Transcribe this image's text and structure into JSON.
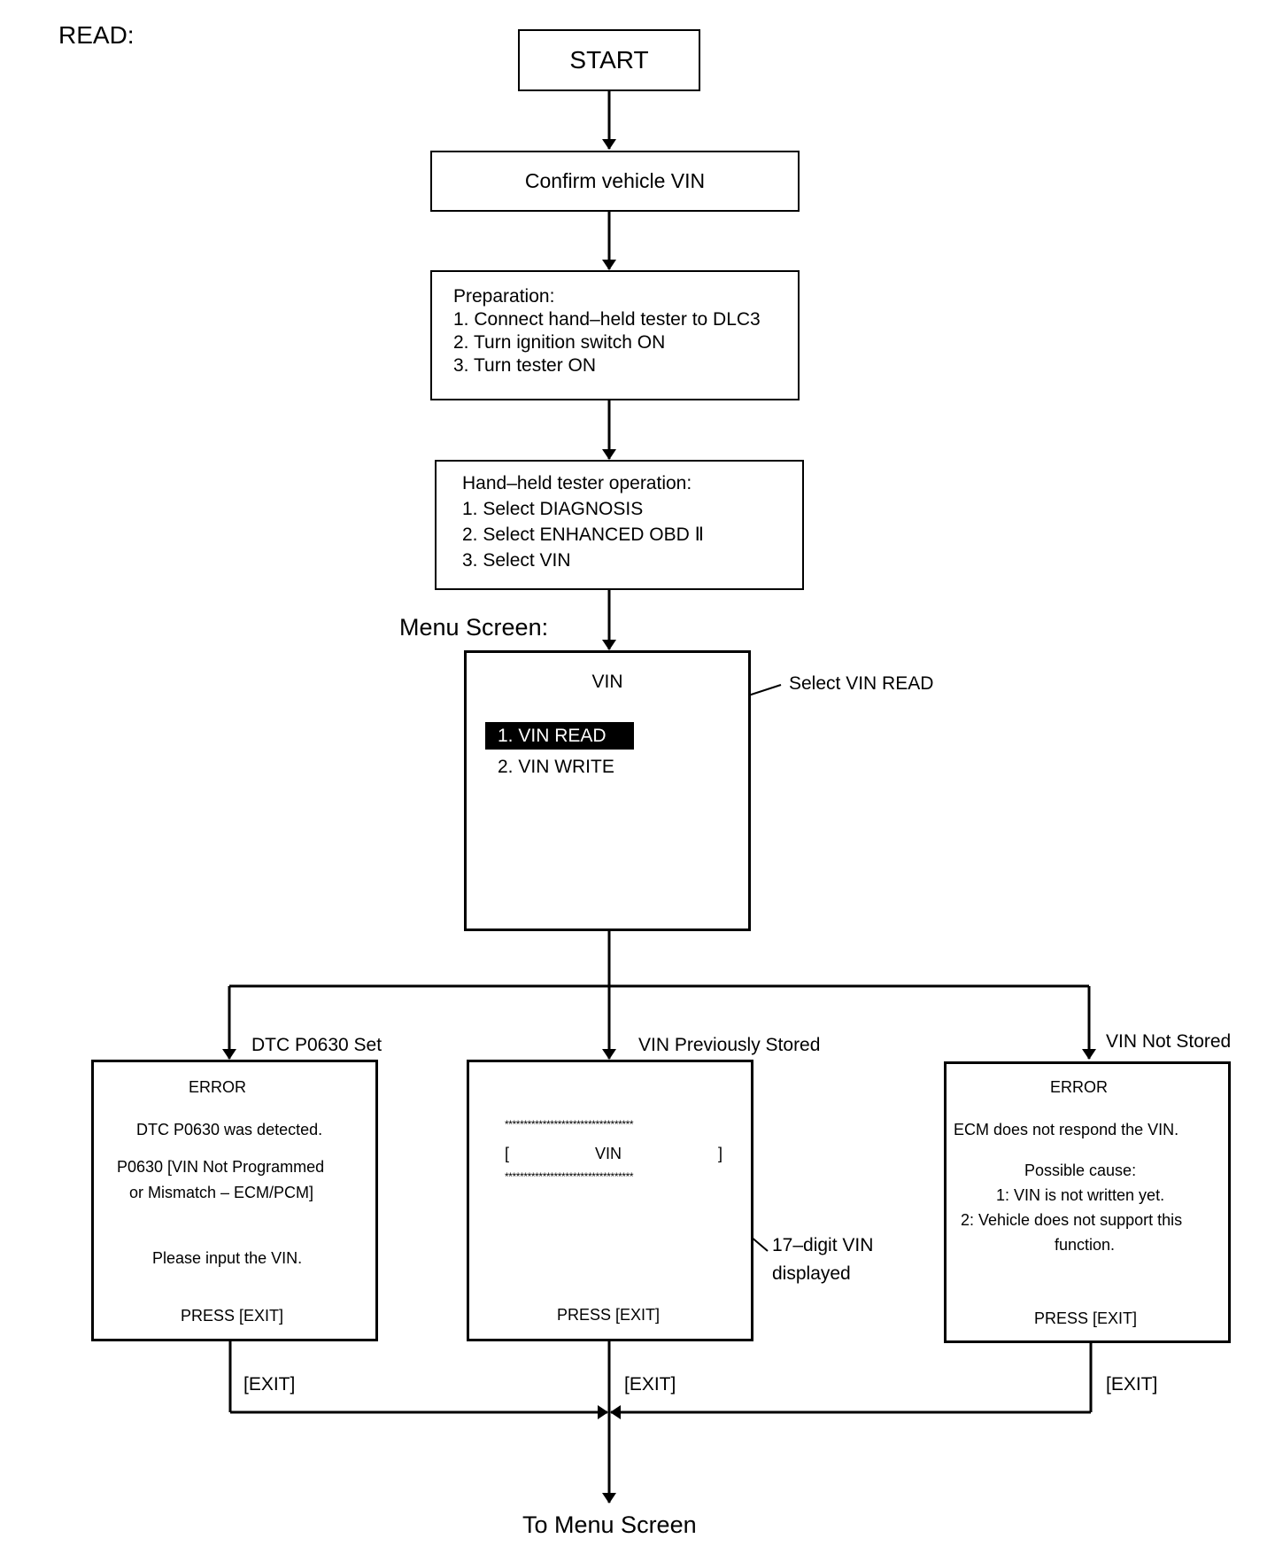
{
  "page_label": "READ:",
  "start": "START",
  "confirm": "Confirm vehicle VIN",
  "preparation": {
    "title": "Preparation:",
    "steps": [
      "1. Connect hand–held tester to DLC3",
      "2. Turn ignition switch ON",
      "3. Turn tester ON"
    ]
  },
  "tester_operation": {
    "title": "Hand–held tester operation:",
    "steps": [
      "1. Select DIAGNOSIS",
      "2. Select ENHANCED OBD Ⅱ",
      "3. Select VIN"
    ]
  },
  "menu_screen": {
    "label": "Menu Screen:",
    "title": "VIN",
    "items": [
      "1. VIN READ",
      "2. VIN WRITE"
    ],
    "callout": "Select VIN READ"
  },
  "branches": {
    "left": {
      "condition": "DTC P0630 Set",
      "title": "ERROR",
      "message": "DTC P0630 was detected.",
      "detail_1": "P0630  [VIN Not Programmed",
      "detail_2": "or Mismatch – ECM/PCM]",
      "instruction": "Please input the VIN.",
      "press": "PRESS [EXIT]",
      "exit": "[EXIT]"
    },
    "middle": {
      "condition": "VIN Previously Stored",
      "stars": "**********************************",
      "bracket_open": "[",
      "vin": "VIN",
      "bracket_close": "]",
      "callout_1": "17–digit VIN",
      "callout_2": "displayed",
      "press": "PRESS [EXIT]",
      "exit": "[EXIT]"
    },
    "right": {
      "condition": "VIN Not Stored",
      "title": "ERROR",
      "message": "ECM does not respond the VIN.",
      "cause_title": "Possible cause:",
      "cause_1": "1: VIN is not written yet.",
      "cause_2": "2: Vehicle does not support this",
      "cause_3": "function.",
      "press": "PRESS [EXIT]",
      "exit": "[EXIT]"
    }
  },
  "end": "To Menu Screen"
}
